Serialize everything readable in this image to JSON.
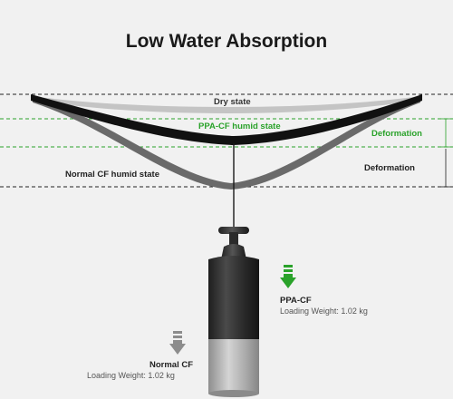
{
  "title": "Low Water Absorption",
  "labels": {
    "dry_state": "Dry state",
    "ppa_humid": "PPA-CF humid state",
    "normal_humid": "Normal CF humid state",
    "deformation_ppa": "Deformation",
    "deformation_normal": "Deformation"
  },
  "weights": {
    "ppa": {
      "name": "PPA-CF",
      "loading": "Loading Weight: 1.02 kg"
    },
    "normal": {
      "name": "Normal CF",
      "loading": "Loading Weight: 1.02 kg"
    }
  },
  "colors": {
    "green": "#2aa22a",
    "dark": "#1a1a1a",
    "gray_arrow": "#8c8c8c",
    "background": "#f1f1f1"
  }
}
